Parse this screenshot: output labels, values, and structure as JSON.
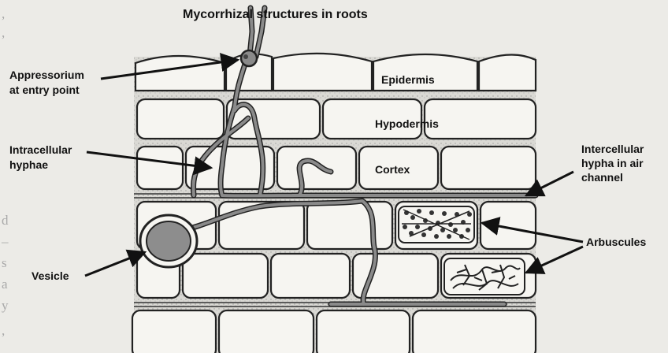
{
  "title": "Mycorrhizal structures in roots",
  "tissue_labels": {
    "epidermis": "Epidermis",
    "hypodermis": "Hypodermis",
    "cortex": "Cortex"
  },
  "callouts": {
    "appressorium": [
      "Appressorium",
      "at entry point"
    ],
    "intracellular_hyphae": [
      "Intracellular",
      "hyphae"
    ],
    "vesicle": "Vesicle",
    "intercellular_hypha": [
      "Intercellular",
      "hypha in air",
      "channel"
    ],
    "arbuscules": "Arbuscules"
  },
  "colors": {
    "cell_outline": "#222222",
    "hypha_fill": "#8a8a8a",
    "vesicle_fill": "#8d8d8d",
    "background": "#ecebe7"
  }
}
